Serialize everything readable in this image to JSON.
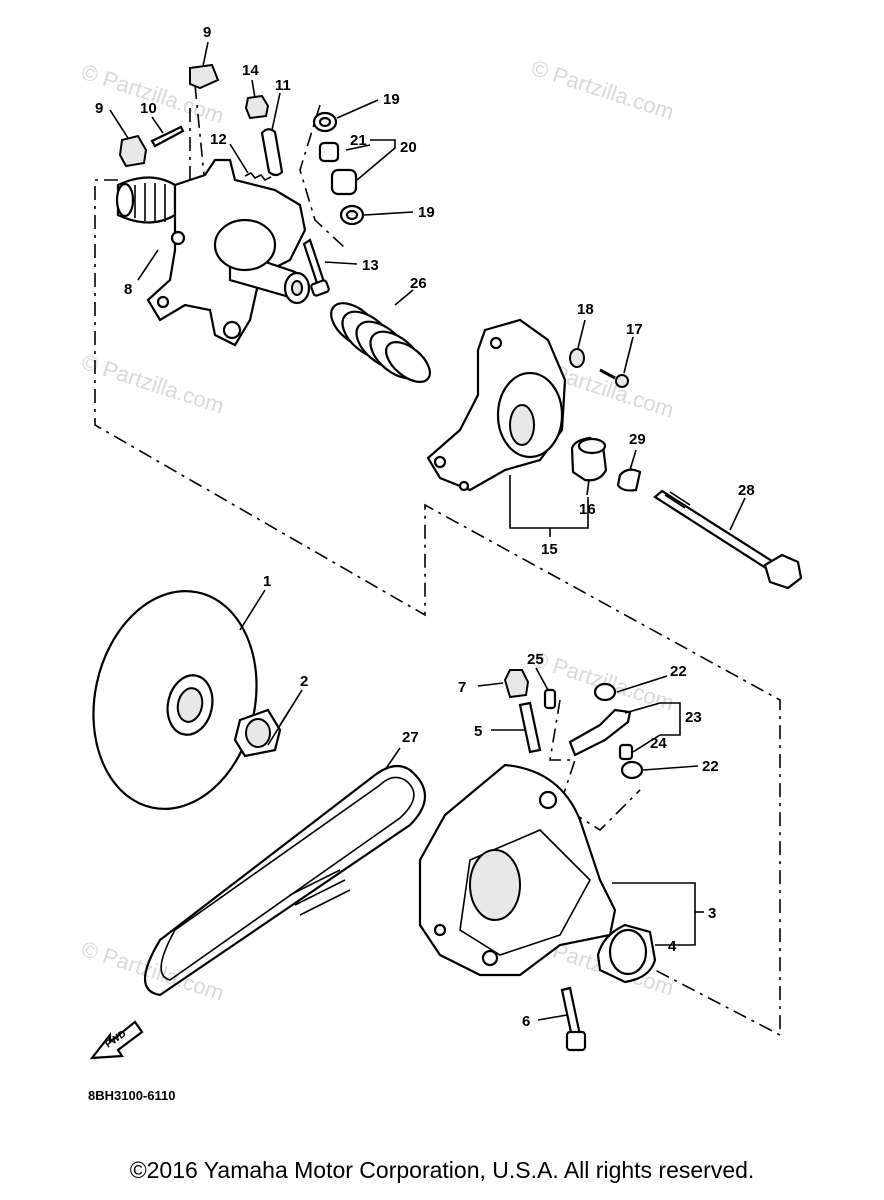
{
  "watermark": "© Partzilla.com",
  "fwd_label": "FWD",
  "diagram_code": "8BH3100-6110",
  "copyright": "©2016  Yamaha Motor Corporation, U.S.A. All rights reserved.",
  "callouts": {
    "c1": "1",
    "c2": "2",
    "c3": "3",
    "c4": "4",
    "c5": "5",
    "c6": "6",
    "c7": "7",
    "c8": "8",
    "c9a": "9",
    "c9b": "9",
    "c10": "10",
    "c11": "11",
    "c12": "12",
    "c13": "13",
    "c14": "14",
    "c15": "15",
    "c16": "16",
    "c17": "17",
    "c18": "18",
    "c19a": "19",
    "c19b": "19",
    "c20": "20",
    "c21": "21",
    "c22a": "22",
    "c22b": "22",
    "c23": "23",
    "c24": "24",
    "c25": "25",
    "c26": "26",
    "c27": "27",
    "c28": "28",
    "c29": "29"
  }
}
